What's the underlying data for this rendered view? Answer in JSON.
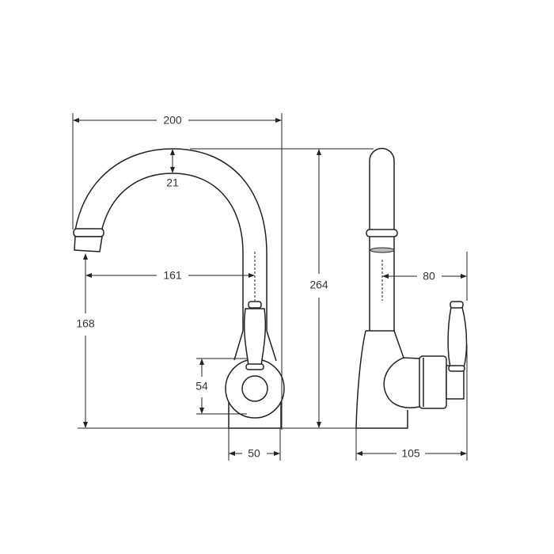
{
  "dimensions": {
    "overall_width": "200",
    "spout_thickness": "21",
    "spout_reach": "161",
    "spout_outlet_height": "168",
    "overall_height": "264",
    "base_circle_height": "54",
    "base_width": "50",
    "side_reach": "80",
    "side_depth": "105"
  }
}
